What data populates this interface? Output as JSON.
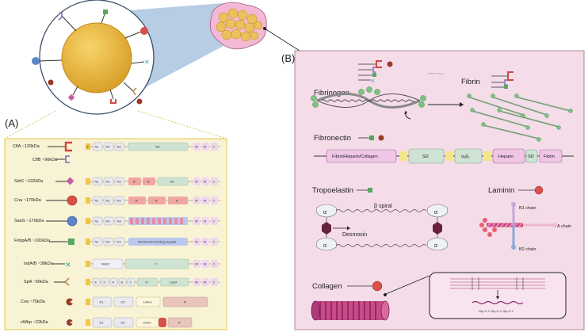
{
  "panels": {
    "a_label": "(A)",
    "b_label": "(B)"
  },
  "proteins": [
    {
      "name": "ClfA ~120kDa"
    },
    {
      "name": "ClfB ~96kDa"
    },
    {
      "name": "SdrC ~102kDa"
    },
    {
      "name": "Cna ~170kDa"
    },
    {
      "name": "SasG ~170kDa"
    },
    {
      "name": "FnbpA/B ~100kDa"
    },
    {
      "name": "IsdA/B ~38kDa"
    },
    {
      "name": "SpA ~56kDa"
    },
    {
      "name": "Coa ~75kDa"
    },
    {
      "name": "vWbp ~22kDa"
    }
  ],
  "domains": {
    "n1": "N1",
    "n2": "N2",
    "n3": "N3",
    "b": "B",
    "r": "R",
    "w": "W",
    "m": "M",
    "c": "C",
    "sd": "SD",
    "fn_repeats": "Fibronectin binding repeats",
    "neat": "NEAT",
    "e": "E",
    "d": "D",
    "a": "A",
    "xr": "Xr",
    "lysm": "LysM",
    "d1": "D1",
    "d2": "D2",
    "linker": "Linker"
  },
  "panel_b": {
    "fibrinogen": "Fibrinogen",
    "fibrin": "Fibrin",
    "fibronectin": "Fibronectin",
    "fn_seg_1": "Fibrin/Heparin/Collagen",
    "fn_seg_2": "SD",
    "fn_seg_3": "α₅β₁",
    "fn_seg_4": "Heparin",
    "fn_seg_5": "SD",
    "fn_seg_6": "Fibrin",
    "tropoelastin": "Tropoelastin",
    "alpha": "α",
    "beta_spiral": "β spiral",
    "desmosin": "Desmosin",
    "laminin": "Laminin",
    "b1_chain": "B1 chain",
    "a_chain": "A chain",
    "b2_chain": "B2 chain",
    "collagen": "Collagen",
    "gly_seq": "Gly-X-Y Gly-X-Y Gly-X-Y"
  },
  "colors": {
    "bacterium": "#e8b43a",
    "panel_a_bg": "#f8f3d4",
    "panel_a_border": "#e3c64a",
    "panel_b_bg": "#f4dce8",
    "panel_b_border": "#b0899d",
    "clfa": "#d04a3f",
    "clfb": "#7e6ab8",
    "sdrc": "#c45fa6",
    "cna": "#d9504a",
    "sasg": "#5c86c9",
    "fnbp": "#55a860",
    "isd": "#2aa6a0",
    "spa": "#c48a4a",
    "coa": "#9a3a26",
    "vwbp": "#9a3a26"
  }
}
